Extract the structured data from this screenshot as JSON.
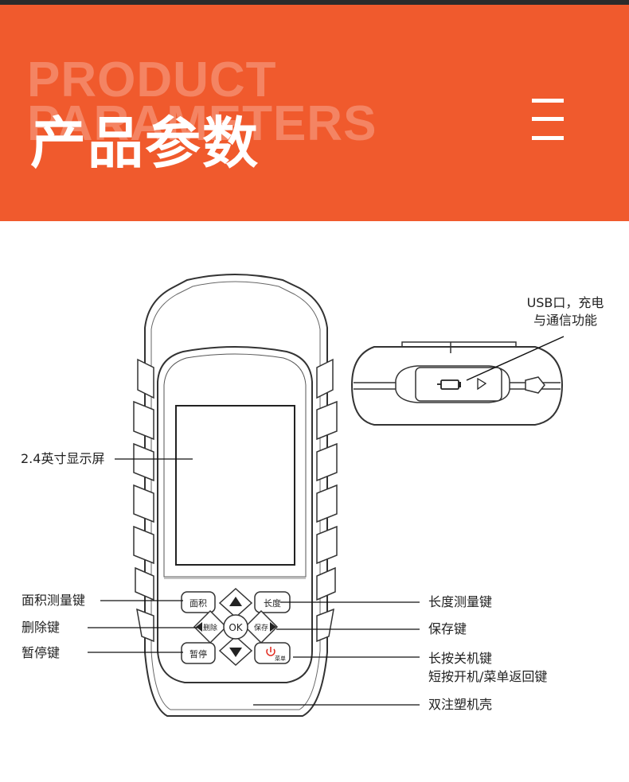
{
  "header": {
    "bg_text_line1": "PRODUCT",
    "bg_text_line2": "PARAMETERS",
    "title": "产品参数",
    "menu_icon": "hamburger-menu-icon",
    "accent_color": "#f05a2d"
  },
  "device": {
    "keys": {
      "area": "面积",
      "length": "长度",
      "delete": "删除",
      "ok": "OK",
      "save": "保存",
      "pause": "暂停",
      "power_sub": "菜单"
    }
  },
  "labels": {
    "screen": "2.4英寸显示屏",
    "area_key": "面积测量键",
    "delete_key": "删除键",
    "pause_key": "暂停键",
    "length_key": "长度测量键",
    "save_key": "保存键",
    "power_line1": "长按关机键",
    "power_line2": "短按开机/菜单返回键",
    "shell": "双注塑机壳",
    "usb_line1": "USB口，充电",
    "usb_line2": "与通信功能"
  }
}
